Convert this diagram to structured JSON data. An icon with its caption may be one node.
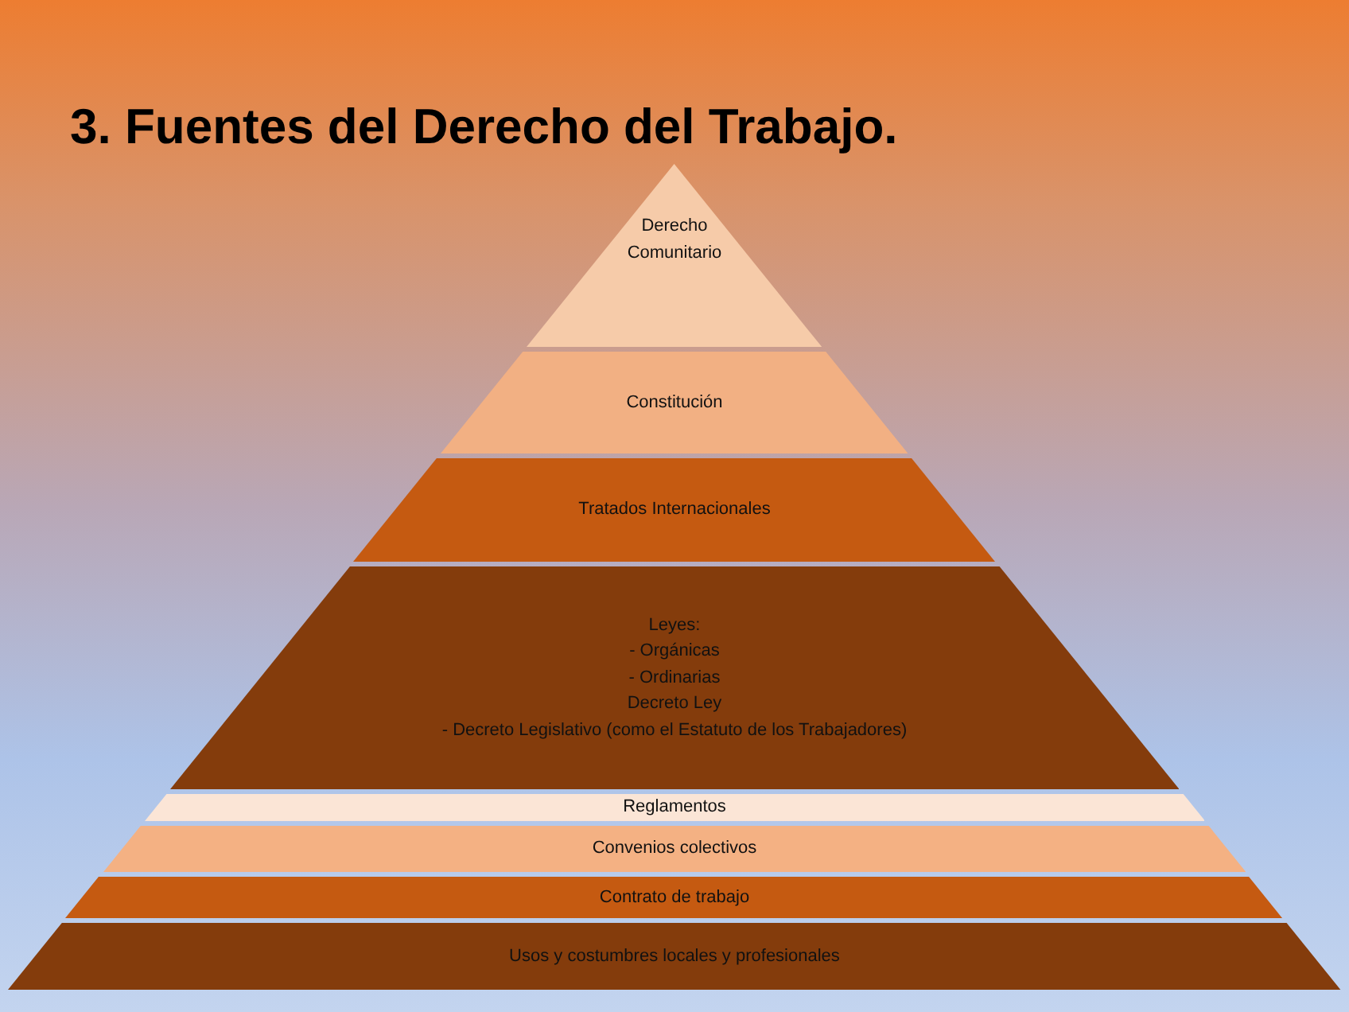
{
  "diagram": {
    "title": "3. Fuentes del Derecho del Trabajo.",
    "nodes": [
      {
        "text": [
          "Derecho Comunitario"
        ]
      },
      {
        "text": [
          "Constitución"
        ]
      },
      {
        "text": [
          "Tratados Internacionales"
        ]
      },
      {
        "text": [
          "Leyes:",
          "- Orgánicas",
          "- Ordinarias",
          "Decreto Ley",
          "- Decreto Legislativo (como el Estatuto de los Trabajadores)"
        ]
      },
      {
        "text": [
          "Reglamentos"
        ]
      },
      {
        "text": [
          "Convenios colectivos"
        ]
      },
      {
        "text": [
          "Contrato de trabajo"
        ]
      },
      {
        "text": [
          "Usos y costumbres locales y profesionales"
        ]
      }
    ]
  }
}
